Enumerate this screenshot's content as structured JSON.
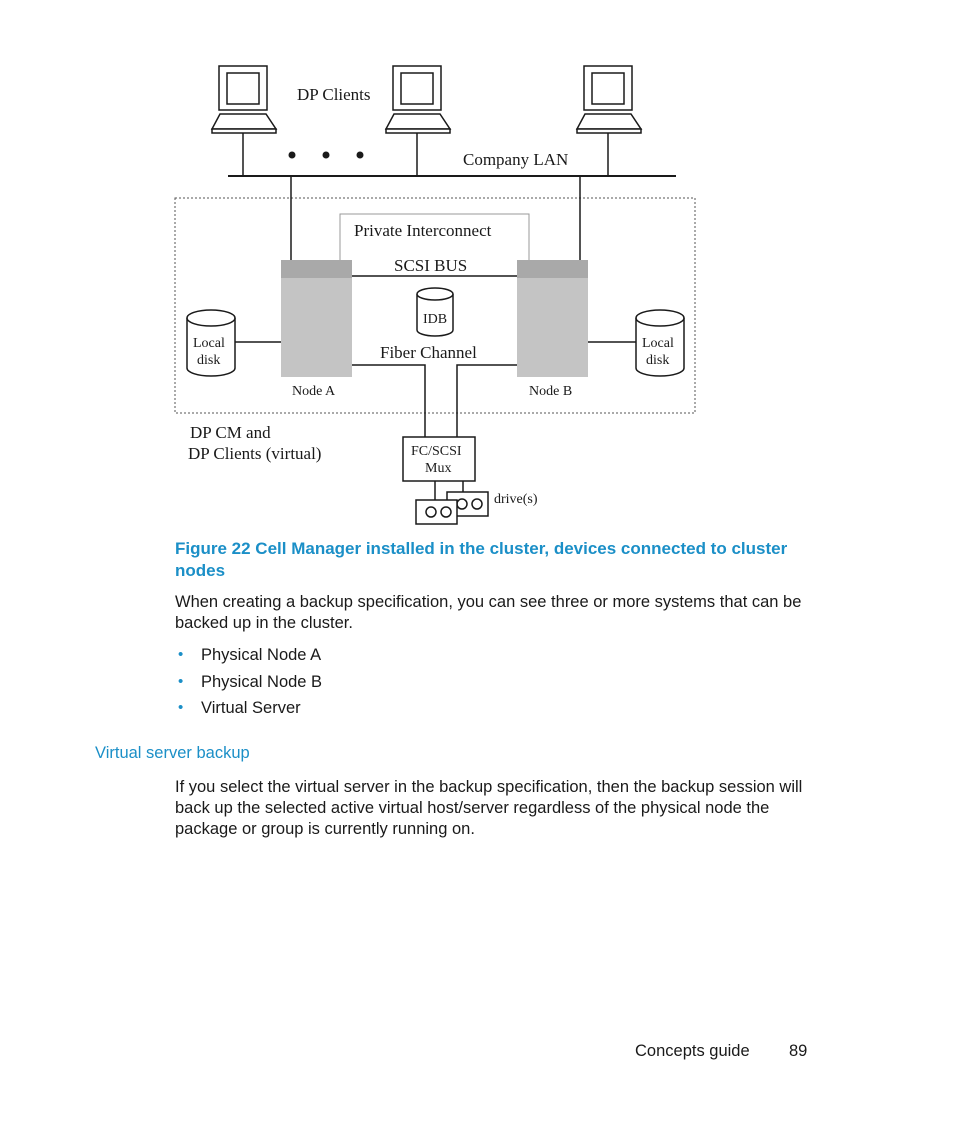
{
  "diagram": {
    "dp_clients": "DP Clients",
    "company_lan": "Company LAN",
    "private_interconnect": "Private Interconnect",
    "scsi_bus": "SCSI BUS",
    "idb": "IDB",
    "fiber_channel": "Fiber Channel",
    "local_disk_line1": "Local",
    "local_disk_line2": "disk",
    "node_a": "Node A",
    "node_b": "Node B",
    "dp_cm_line1": "DP CM and",
    "dp_cm_line2": "DP Clients (virtual)",
    "mux_line1": "FC/SCSI",
    "mux_line2": "Mux",
    "drives": "drive(s)"
  },
  "figure_caption": "Figure 22 Cell Manager installed in the cluster, devices connected to cluster nodes",
  "intro_paragraph": "When creating a backup specification, you can see three or more systems that can be backed up in the cluster.",
  "bullets": [
    "Physical Node A",
    "Physical Node B",
    "Virtual Server"
  ],
  "section_heading": "Virtual server backup",
  "section_paragraph": "If you select the virtual server in the backup specification, then the backup session will back up the selected active virtual host/server regardless of the physical node the package or group is currently running on.",
  "footer": {
    "title": "Concepts guide",
    "page_number": "89"
  },
  "colors": {
    "accent": "#1b8fc7",
    "node_gray": "#c4c4c4",
    "node_header": "#a9a9a9"
  }
}
